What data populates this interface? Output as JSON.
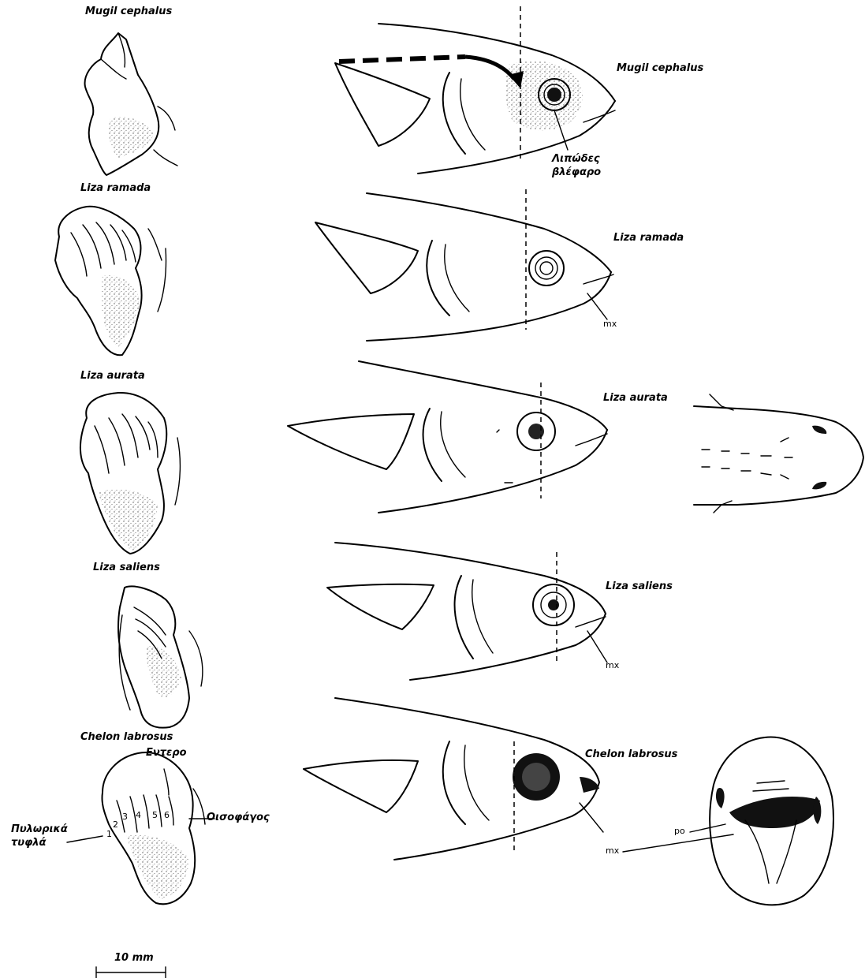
{
  "species": [
    {
      "name": "Mugil cephalus"
    },
    {
      "name": "Liza ramada"
    },
    {
      "name": "Liza aurata"
    },
    {
      "name": "Liza saliens"
    },
    {
      "name": "Chelon labrosus"
    }
  ],
  "annotations": {
    "adipose_eyelid": [
      "Λιπώδες",
      "βλέφαρο"
    ],
    "intestine": "Εντερο",
    "pyloric_caeca": [
      "Πυλωρικά",
      "τυφλά"
    ],
    "oesophagus": "Οισοφάγος",
    "maxilla_abbrev": "mx",
    "po_abbrev": "po",
    "caeca_numbers": [
      "1",
      "2",
      "3",
      "4",
      "5",
      "6"
    ]
  },
  "scale_bar": {
    "label": "10 mm"
  }
}
